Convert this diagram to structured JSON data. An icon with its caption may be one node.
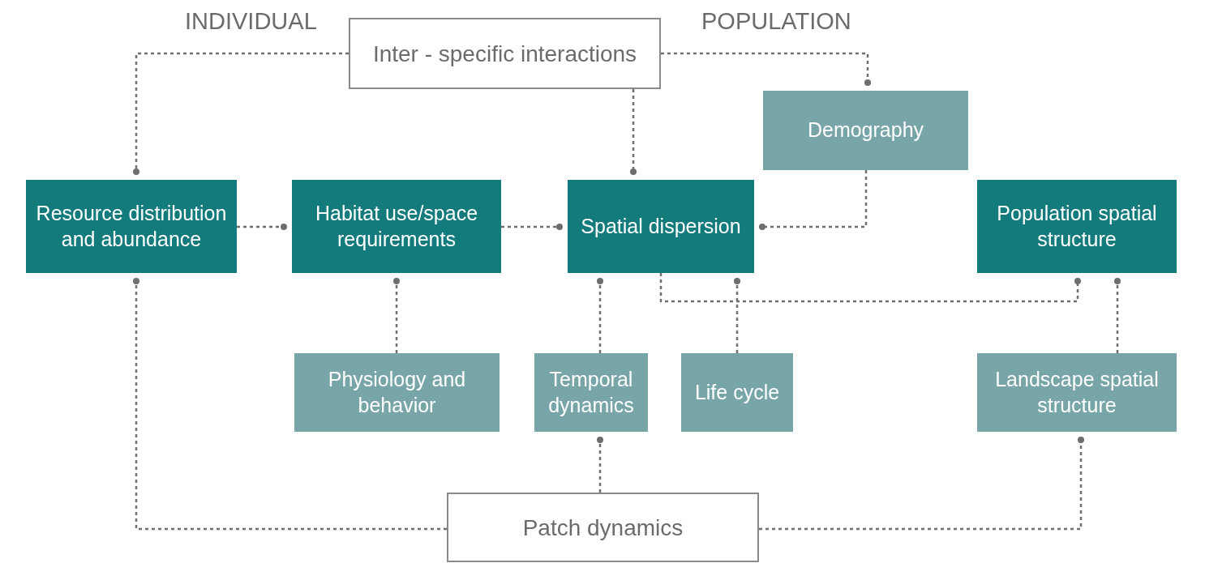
{
  "diagram": {
    "nodes": [
      {
        "text": [
          "Inter - specific interactions"
        ]
      },
      {
        "text": [
          "Demography"
        ]
      },
      {
        "text": [
          "Resource distribution and abundance"
        ]
      },
      {
        "text": [
          "Habitat use/space requirements"
        ]
      },
      {
        "text": [
          "Spatial dispersion"
        ]
      },
      {
        "text": [
          "Population spatial structure"
        ]
      },
      {
        "text": [
          "Physiology and behavior"
        ]
      },
      {
        "text": [
          "Temporal dynamics"
        ]
      },
      {
        "text": [
          "Life cycle"
        ]
      },
      {
        "text": [
          "Landscape spatial structure"
        ]
      },
      {
        "text": [
          "Patch dynamics"
        ]
      }
    ],
    "edges": [
      {
        "from": 0,
        "to": 2,
        "arrow": "other"
      },
      {
        "from": 0,
        "to": 1,
        "arrow": "other"
      },
      {
        "from": 0,
        "to": 4,
        "arrow": "other"
      },
      {
        "from": 1,
        "to": 4,
        "arrow": "other"
      },
      {
        "from": 2,
        "to": 3,
        "arrow": "other"
      },
      {
        "from": 3,
        "to": 4,
        "arrow": "other"
      },
      {
        "from": 6,
        "to": 3,
        "arrow": "other"
      },
      {
        "from": 7,
        "to": 4,
        "arrow": "other"
      },
      {
        "from": 10,
        "to": 7,
        "arrow": "other"
      },
      {
        "from": 8,
        "to": 4,
        "arrow": "other"
      },
      {
        "from": 4,
        "to": 5,
        "arrow": "other"
      },
      {
        "from": 9,
        "to": 5,
        "arrow": "other"
      },
      {
        "from": 10,
        "to": 2,
        "arrow": "other"
      },
      {
        "from": 10,
        "to": 9,
        "arrow": "other"
      }
    ],
    "labels": [
      "INDIVIDUAL",
      "POPULATION"
    ]
  }
}
